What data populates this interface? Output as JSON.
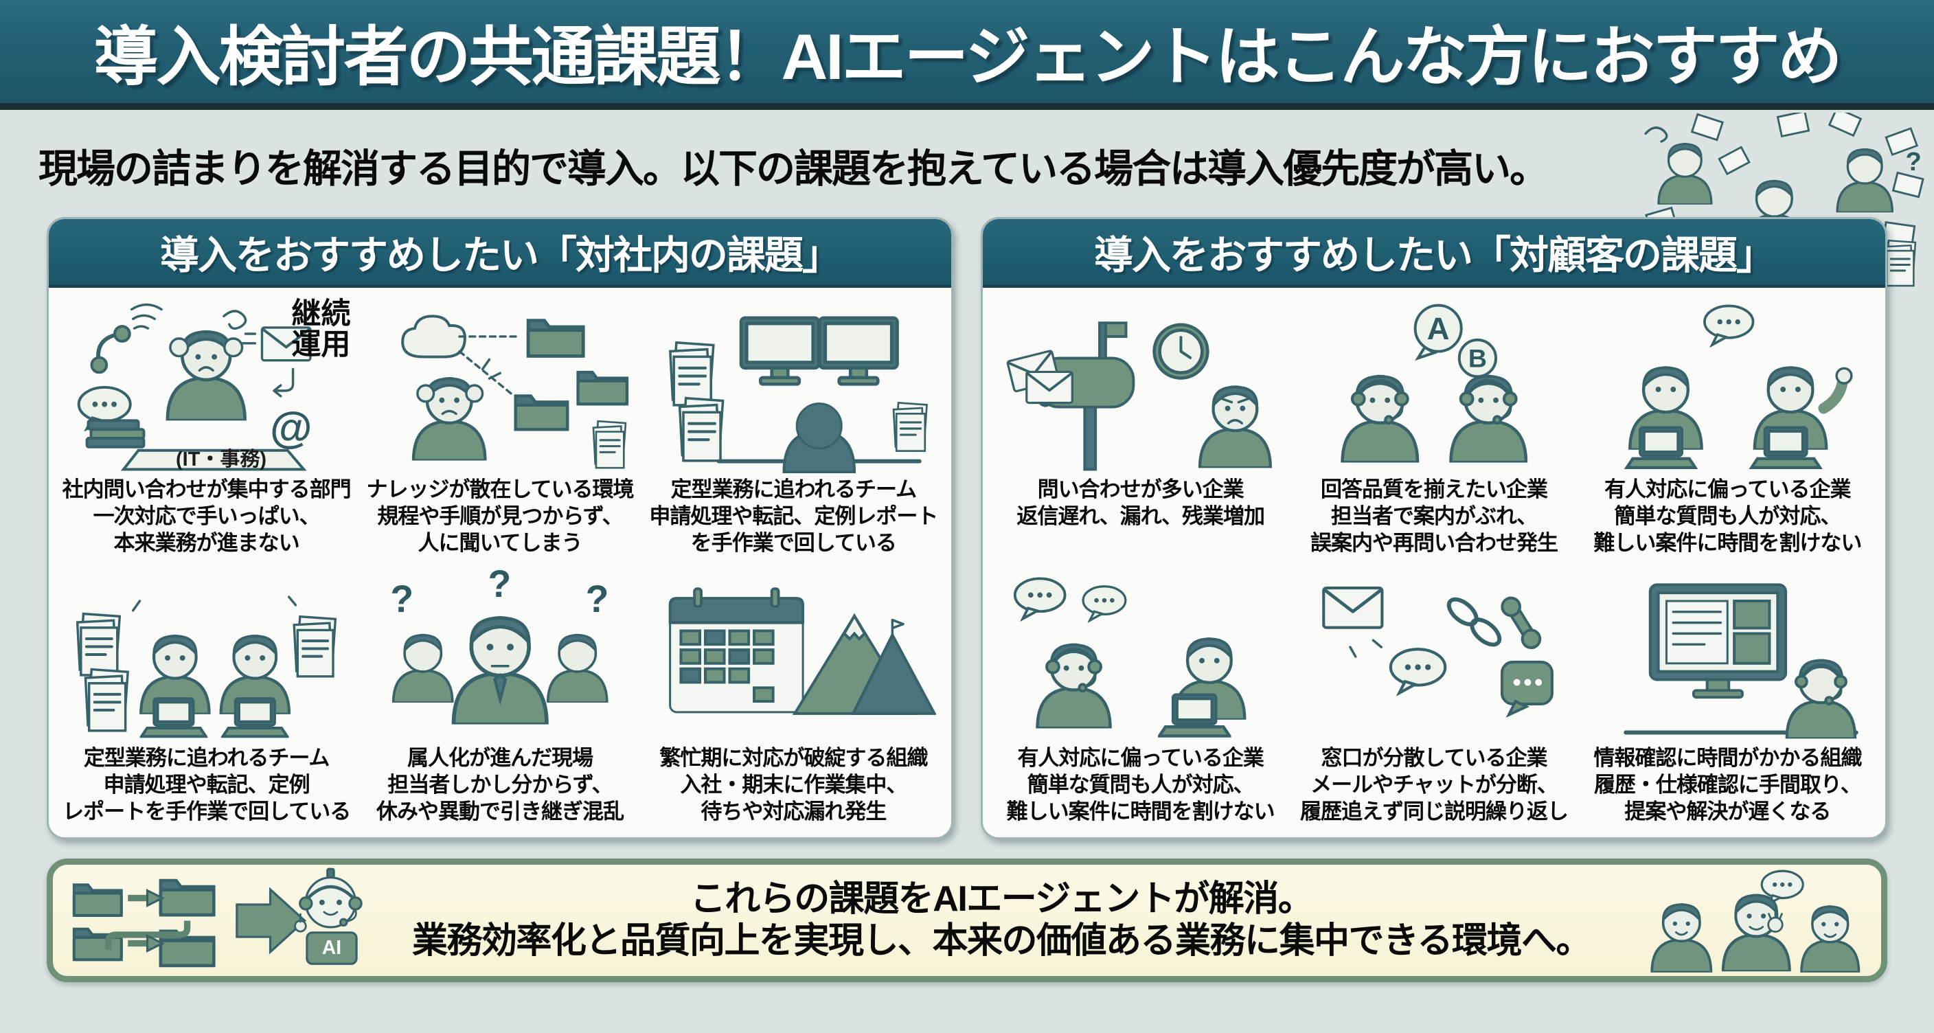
{
  "header": {
    "title": "導入検討者の共通課題！AIエージェントはこんな方におすすめ",
    "subtitle": "現場の詰まりを解消する目的で導入。以下の課題を抱えている場合は導入優先度が高い。"
  },
  "glyphs": {
    "question": "?",
    "at": "@",
    "bubble_a": "A",
    "bubble_b": "B"
  },
  "panels": [
    {
      "header": "導入をおすすめしたい「対社内の課題」",
      "items": [
        {
          "badge_lines": [
            "継続",
            "運用"
          ],
          "note": "(IT・事務)",
          "lines": [
            "社内問い合わせが集中する部門",
            "一次対応で手いっぱい、",
            "本来業務が進まない"
          ]
        },
        {
          "lines": [
            "ナレッジが散在している環境",
            "規程や手順が見つからず、",
            "人に聞いてしまう"
          ]
        },
        {
          "lines": [
            "定型業務に追われるチーム",
            "申請処理や転記、定例レポート",
            "を手作業で回している"
          ]
        },
        {
          "lines": [
            "定型業務に追われるチーム",
            "申請処理や転記、定例",
            "レポートを手作業で回している"
          ]
        },
        {
          "lines": [
            "属人化が進んだ現場",
            "担当者しかし分からず、",
            "休みや異動で引き継ぎ混乱"
          ]
        },
        {
          "lines": [
            "繁忙期に対応が破綻する組織",
            "入社・期末に作業集中、",
            "待ちや対応漏れ発生"
          ]
        }
      ]
    },
    {
      "header": "導入をおすすめしたい「対顧客の課題」",
      "items": [
        {
          "lines": [
            "問い合わせが多い企業",
            "返信遅れ、漏れ、残業増加"
          ]
        },
        {
          "lines": [
            "回答品質を揃えたい企業",
            "担当者で案内がぶれ、",
            "誤案内や再問い合わせ発生"
          ]
        },
        {
          "lines": [
            "有人対応に偏っている企業",
            "簡単な質問も人が対応、",
            "難しい案件に時間を割けない"
          ]
        },
        {
          "lines": [
            "有人対応に偏っている企業",
            "簡単な質問も人が対応、",
            "難しい案件に時間を割けない"
          ]
        },
        {
          "lines": [
            "窓口が分散している企業",
            "メールやチャットが分断、",
            "履歴追えず同じ説明繰り返し"
          ]
        },
        {
          "lines": [
            "情報確認に時間がかかる組織",
            "履歴・仕様確認に手間取り、",
            "提案や解決が遅くなる"
          ]
        }
      ]
    }
  ],
  "footer": {
    "line1": "これらの課題をAIエージェントが解消。",
    "line2": "業務効率化と品質向上を実現し、本来の価値ある業務に集中できる環境へ。",
    "robot_label": "AI"
  },
  "colors": {
    "banner_teal": "#235f73",
    "banner_underline": "#1b2d35",
    "page_bg": "#dbe4e2",
    "panel_header_teal": "#205e72",
    "card_bg": "#fbfcf9",
    "footer_bg": "#f7f3d6",
    "footer_border": "#6f9277",
    "illustration_green": "#70947e",
    "illustration_dark": "#4a737c",
    "outline": "#37626a",
    "text": "#0a0a0a"
  }
}
